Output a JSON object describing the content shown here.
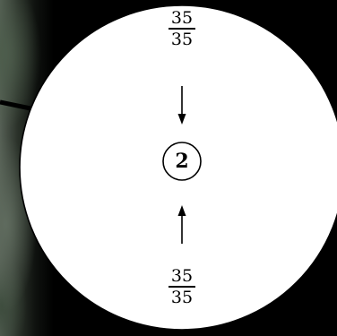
{
  "node": {
    "top_fraction": {
      "numerator": "35",
      "denominator": "35"
    },
    "bottom_fraction": {
      "numerator": "35",
      "denominator": "35"
    },
    "center_label": "2"
  },
  "colors": {
    "stroke": "#000000",
    "fill": "#ffffff"
  }
}
